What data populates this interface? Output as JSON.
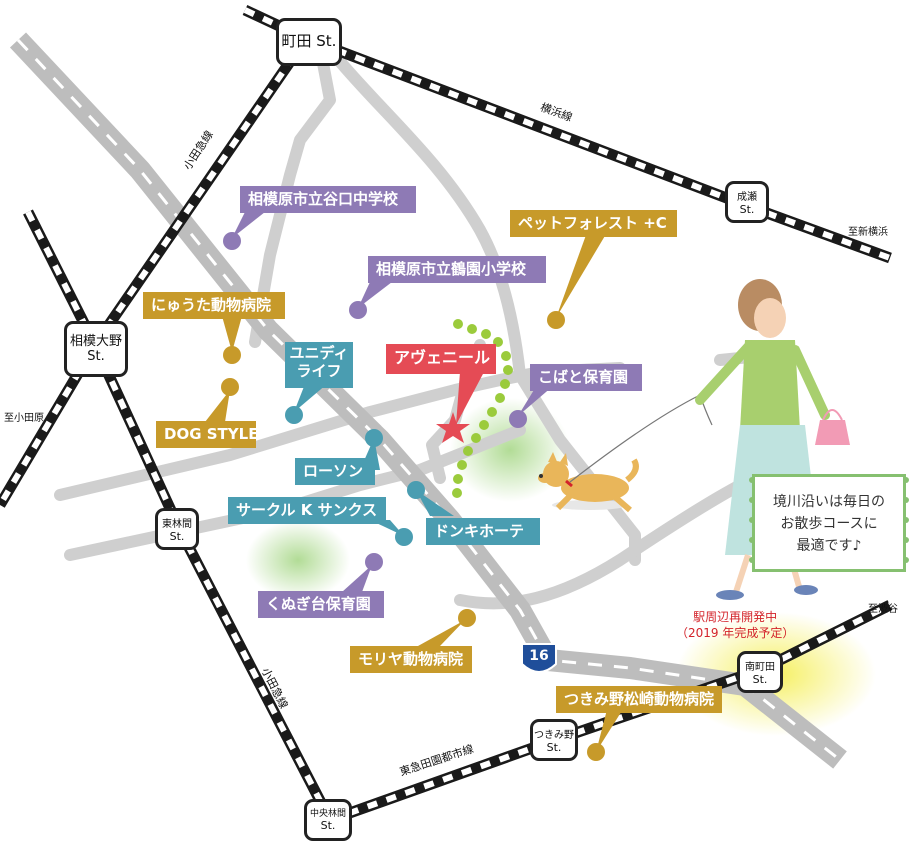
{
  "stations": {
    "machida": {
      "name": "町田 St.",
      "station_label": ""
    },
    "sagamiono": {
      "name": "相模大野",
      "station_label": "St."
    },
    "naruse": {
      "name": "成瀬",
      "station_label": "St."
    },
    "higashirinkan": {
      "name": "東林間",
      "station_label": "St."
    },
    "minamimachida": {
      "name": "南町田",
      "station_label": "St."
    },
    "tsukimino": {
      "name": "つきみ野",
      "station_label": "St."
    },
    "chuorinkan": {
      "name": "中央林間",
      "station_label": "St."
    }
  },
  "lines": {
    "yokohama_line": "横浜線",
    "odakyu_line_1": "小田急線",
    "odakyu_line_2": "小田急線",
    "denentoshi_line": "東急田園都市線"
  },
  "directions": {
    "to_shinyokohama": "至新横浜",
    "to_odawara": "至小田原",
    "to_shibuya": "至渋谷"
  },
  "route_number": "16",
  "redevelopment_note": {
    "line1": "駅周辺再開発中",
    "line2": "（2019 年完成予定）"
  },
  "places": {
    "taniguchi_jhs": "相模原市立谷口中学校",
    "tsurunosono_es": "相模原市立鶴園小学校",
    "pet_forest": "ペットフォレスト +C",
    "nyuta_vet": "にゅうた動物病院",
    "dog_style": "DOG STYLE",
    "unidy": {
      "line1": "ユニディ",
      "line2": "ライフ"
    },
    "avenir": "アヴェニール",
    "kobato": "こばと保育園",
    "lawson": "ローソン",
    "circlek": "サークル K サンクス",
    "donki": "ドンキホーテ",
    "kunugidai": "くぬぎ台保育園",
    "moriya_vet": "モリヤ動物病院",
    "tsukimino_vet": "つきみ野松崎動物病院"
  },
  "walk_note": {
    "line1": "境川沿いは毎日の",
    "line2": "お散歩コースに",
    "line3": "最適です♪"
  },
  "colors": {
    "school_purple": "#8e7ab5",
    "vet_gold": "#c79a2a",
    "shop_teal": "#4a9db1",
    "avenir_red": "#e54b55",
    "road_gray": "#cfcfcf",
    "route_blue": "#1f4e9a",
    "walk_green": "#86c070"
  }
}
